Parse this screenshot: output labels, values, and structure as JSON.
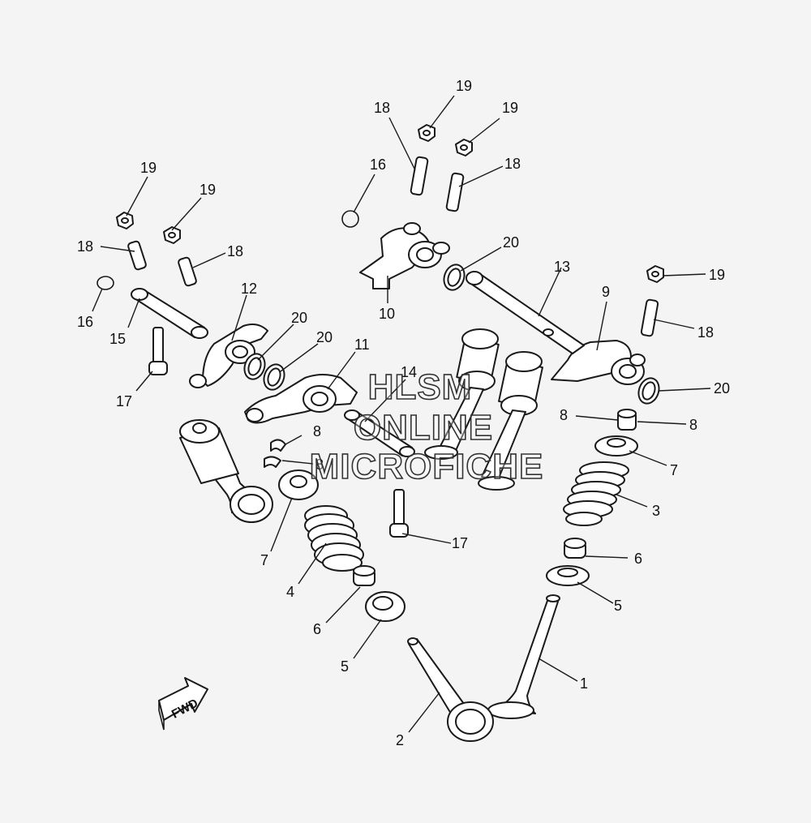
{
  "diagram": {
    "callouts": {
      "c1": "1",
      "c2": "2",
      "c3": "3",
      "c4": "4",
      "c5a": "5",
      "c5b": "5",
      "c6a": "6",
      "c6b": "6",
      "c7a": "7",
      "c7b": "7",
      "c8a": "8",
      "c8b": "8",
      "c8c": "8",
      "c8d": "8",
      "c9": "9",
      "c10": "10",
      "c11": "11",
      "c12": "12",
      "c13": "13",
      "c14": "14",
      "c15": "15",
      "c16a": "16",
      "c16b": "16",
      "c17a": "17",
      "c17b": "17",
      "c18a": "18",
      "c18b": "18",
      "c18c": "18",
      "c18d": "18",
      "c18e": "18",
      "c19a": "19",
      "c19b": "19",
      "c19c": "19",
      "c19d": "19",
      "c19e": "19",
      "c20a": "20",
      "c20b": "20",
      "c20c": "20",
      "c20d": "20"
    },
    "fwd_label": "FWD",
    "watermark": [
      "HLSM",
      "ONLINE",
      "MICROFICHE"
    ]
  }
}
